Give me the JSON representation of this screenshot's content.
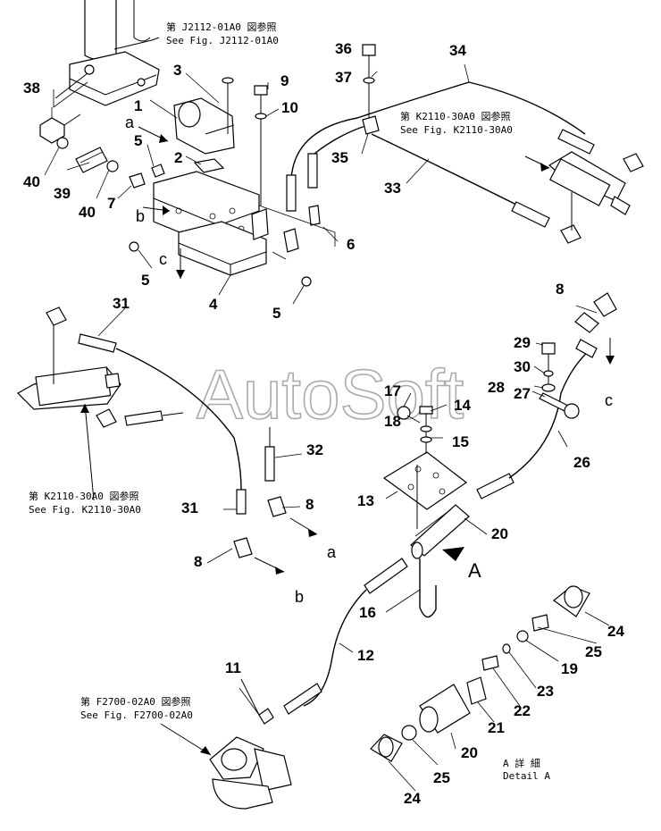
{
  "watermark": "AutoSoft",
  "references": {
    "j2112_jp": "第 J2112-01A0 図参照",
    "j2112_en": "See Fig. J2112-01A0",
    "k2110_top_jp": "第 K2110-30A0 図参照",
    "k2110_top_en": "See Fig. K2110-30A0",
    "k2110_left_jp": "第 K2110-30A0 図参照",
    "k2110_left_en": "See Fig. K2110-30A0",
    "f2700_jp": "第 F2700-02A0 図参照",
    "f2700_en": "See Fig. F2700-02A0",
    "detail_jp": "A  詳 細",
    "detail_en": "Detail A"
  },
  "letters": {
    "a_top": "a",
    "b_top": "b",
    "c_top": "c",
    "a_right": "a",
    "b_low": "b",
    "c_right": "c",
    "A_arrow": "A"
  },
  "callouts": {
    "n1": "1",
    "n2": "2",
    "n3": "3",
    "n4": "4",
    "n5a": "5",
    "n5b": "5",
    "n5c": "5",
    "n6": "6",
    "n7": "7",
    "n8a": "8",
    "n8b": "8",
    "n8c": "8",
    "n9": "9",
    "n10": "10",
    "n11": "11",
    "n12": "12",
    "n13": "13",
    "n14": "14",
    "n15": "15",
    "n16": "16",
    "n17": "17",
    "n18": "18",
    "n19": "19",
    "n20a": "20",
    "n20b": "20",
    "n21": "21",
    "n22": "22",
    "n23": "23",
    "n24a": "24",
    "n24b": "24",
    "n25a": "25",
    "n25b": "25",
    "n26": "26",
    "n27": "27",
    "n28": "28",
    "n29": "29",
    "n30": "30",
    "n31a": "31",
    "n31b": "31",
    "n32": "32",
    "n33": "33",
    "n34": "34",
    "n35": "35",
    "n36": "36",
    "n37": "37",
    "n38": "38",
    "n39": "39",
    "n40a": "40",
    "n40b": "40"
  }
}
